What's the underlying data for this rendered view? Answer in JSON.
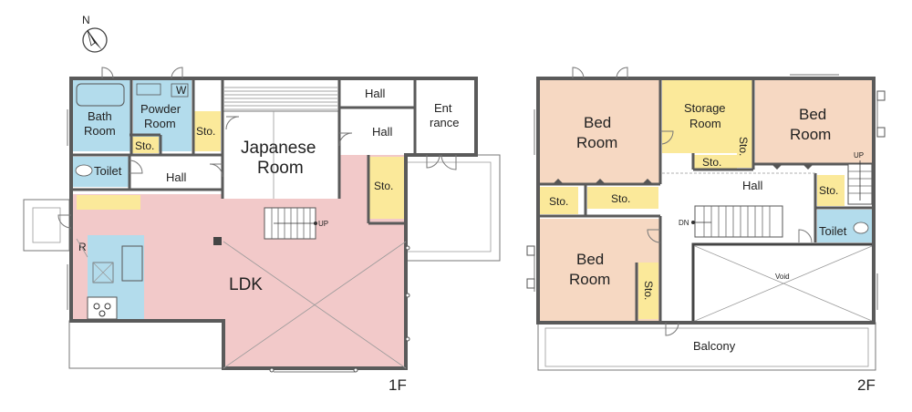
{
  "colors": {
    "bed": "#f6d8c2",
    "storage": "#fbe99a",
    "water": "#b3dcec",
    "ldk": "#f2c9c9",
    "hall": "#ffffff",
    "wall": "#5a5a5a"
  },
  "compass": {
    "label": "N",
    "icon": "north-arrow-icon"
  },
  "floor1": {
    "label": "1F",
    "rooms": {
      "bath_l1": "Bath",
      "bath_l2": "Room",
      "powder_l1": "Powder",
      "powder_l2": "Room",
      "washer": "W",
      "sto_bath": "Sto.",
      "sto_closet": "Sto.",
      "sto_hall": "Sto.",
      "japanese_l1": "Japanese",
      "japanese_l2": "Room",
      "hall_top": "Hall",
      "hall_mid": "Hall",
      "hall_left": "Hall",
      "entrance_l1": "Ent",
      "entrance_l2": "rance",
      "toilet": "Toilet",
      "ldk": "LDK",
      "fridge": "R",
      "stair_up": "UP"
    }
  },
  "floor2": {
    "label": "2F",
    "rooms": {
      "bed1_l1": "Bed",
      "bed1_l2": "Room",
      "storage_l1": "Storage",
      "storage_l2": "Room",
      "bed2_l1": "Bed",
      "bed2_l2": "Room",
      "bed3_l1": "Bed",
      "bed3_l2": "Room",
      "sto_a": "Sto.",
      "sto_b": "Sto.",
      "sto_c": "Sto.",
      "sto_d": "Sto.",
      "sto_e": "Sto.",
      "sto_f": "Sto.",
      "hall": "Hall",
      "toilet": "Toilet",
      "void": "Void",
      "balcony": "Balcony",
      "stair_up": "UP",
      "stair_dn": "DN"
    }
  }
}
